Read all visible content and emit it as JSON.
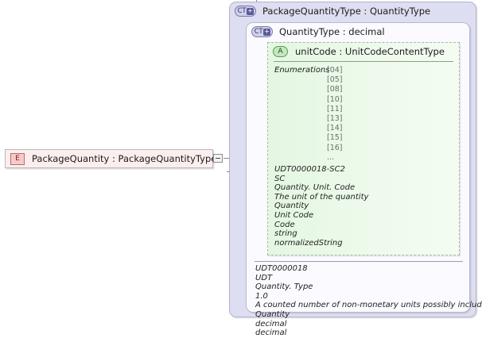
{
  "diagram": {
    "element": {
      "icon": "element-badge-icon",
      "badge": "E",
      "label": "PackageQuantity : PackageQuantityType",
      "expander": "collapse-minus-icon"
    },
    "complex_type_outer": {
      "icon": "complextype-badge-icon",
      "badge": "CT",
      "plus": "+",
      "title": "PackageQuantityType : QuantityType"
    },
    "complex_type_inner": {
      "icon": "complextype-badge-icon",
      "badge": "CT",
      "plus": "+",
      "title": "QuantityType : decimal"
    },
    "attribute": {
      "icon": "attribute-badge-icon",
      "badge": "A",
      "title": "unitCode : UnitCodeContentType",
      "enumerations_label": "Enumerations",
      "enumerations": [
        "[04]",
        "[05]",
        "[08]",
        "[10]",
        "[11]",
        "[13]",
        "[14]",
        "[15]",
        "[16]",
        "..."
      ],
      "details": [
        "UDT0000018-SC2",
        "SC",
        "Quantity. Unit. Code",
        "The unit of the quantity",
        "Quantity",
        "Unit Code",
        "Code",
        "string",
        "normalizedString"
      ]
    },
    "type_annotation": {
      "details": [
        "UDT0000018",
        "UDT",
        "Quantity. Type",
        "1.0",
        "A counted number of non-monetary units possibly including fractions.",
        "Quantity",
        "decimal",
        "decimal"
      ]
    },
    "colors": {
      "element_fill": "#fdeeee",
      "element_badge": "#f7caca",
      "complextype_fill": "#dedef2",
      "complextype_inner_fill": "#fafaff",
      "attribute_fill": "#e4f7e2",
      "attribute_badge": "#c3e8bd",
      "connector": "#8b8b9a"
    }
  }
}
